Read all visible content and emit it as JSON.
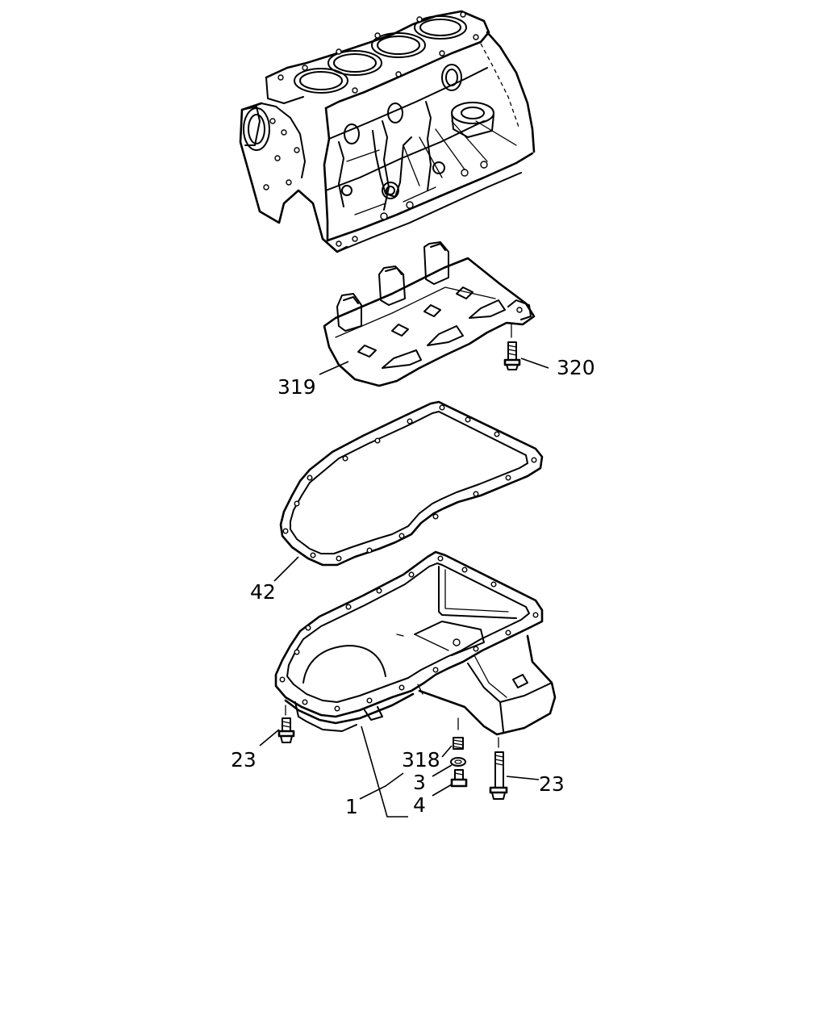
{
  "labels": {
    "p319": "319",
    "p320": "320",
    "p42": "42",
    "p23_left": "23",
    "p318": "318",
    "p3": "3",
    "p1": "1",
    "p4": "4",
    "p23_right": "23"
  }
}
